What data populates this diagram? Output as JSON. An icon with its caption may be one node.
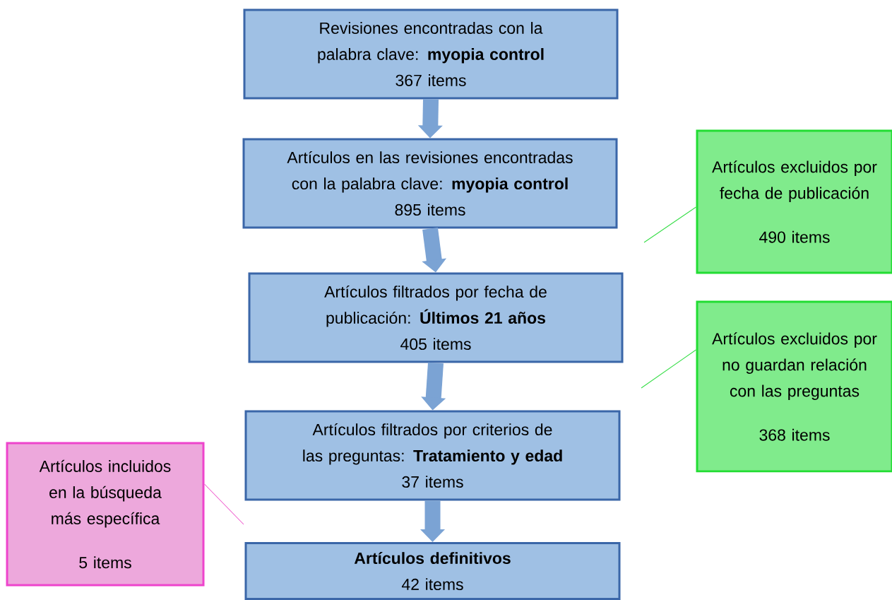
{
  "diagram": {
    "nodes": [
      {
        "text": [
          "Revisiones encontradas con la palabra clave: **myopia control**",
          "367 items"
        ]
      },
      {
        "text": [
          "Artículos en las revisiones encontradas con la palabra clave: **myopia control**",
          "895 items"
        ]
      },
      {
        "text": [
          "Artículos filtrados por fecha de publicación: **Últimos 21 años**",
          "405 items"
        ]
      },
      {
        "text": [
          "Artículos filtrados por criterios de las preguntas: **Tratamiento y edad**",
          "37 items"
        ]
      },
      {
        "text": [
          "**Artículos definitivos**",
          "42 items"
        ]
      },
      {
        "text": [
          "Artículos excluidos por fecha de publicación",
          "490 items"
        ]
      },
      {
        "text": [
          "Artículos excluidos por no guardan relación con las preguntas",
          "368 items"
        ]
      },
      {
        "text": [
          "Artículos incluidos en la búsqueda más específica",
          "5 items"
        ]
      }
    ],
    "edges": [
      {
        "from": 0,
        "to": 1,
        "arrow": "to"
      },
      {
        "from": 1,
        "to": 2,
        "arrow": "to"
      },
      {
        "from": 2,
        "to": 3,
        "arrow": "to"
      },
      {
        "from": 3,
        "to": 4,
        "arrow": "to"
      },
      {
        "from": 5,
        "to": null,
        "arrow": "none",
        "color": "#33dd44"
      },
      {
        "from": 6,
        "to": null,
        "arrow": "none",
        "color": "#33dd44"
      },
      {
        "from": 7,
        "to": null,
        "arrow": "none",
        "color": "#ee55cc"
      }
    ]
  }
}
